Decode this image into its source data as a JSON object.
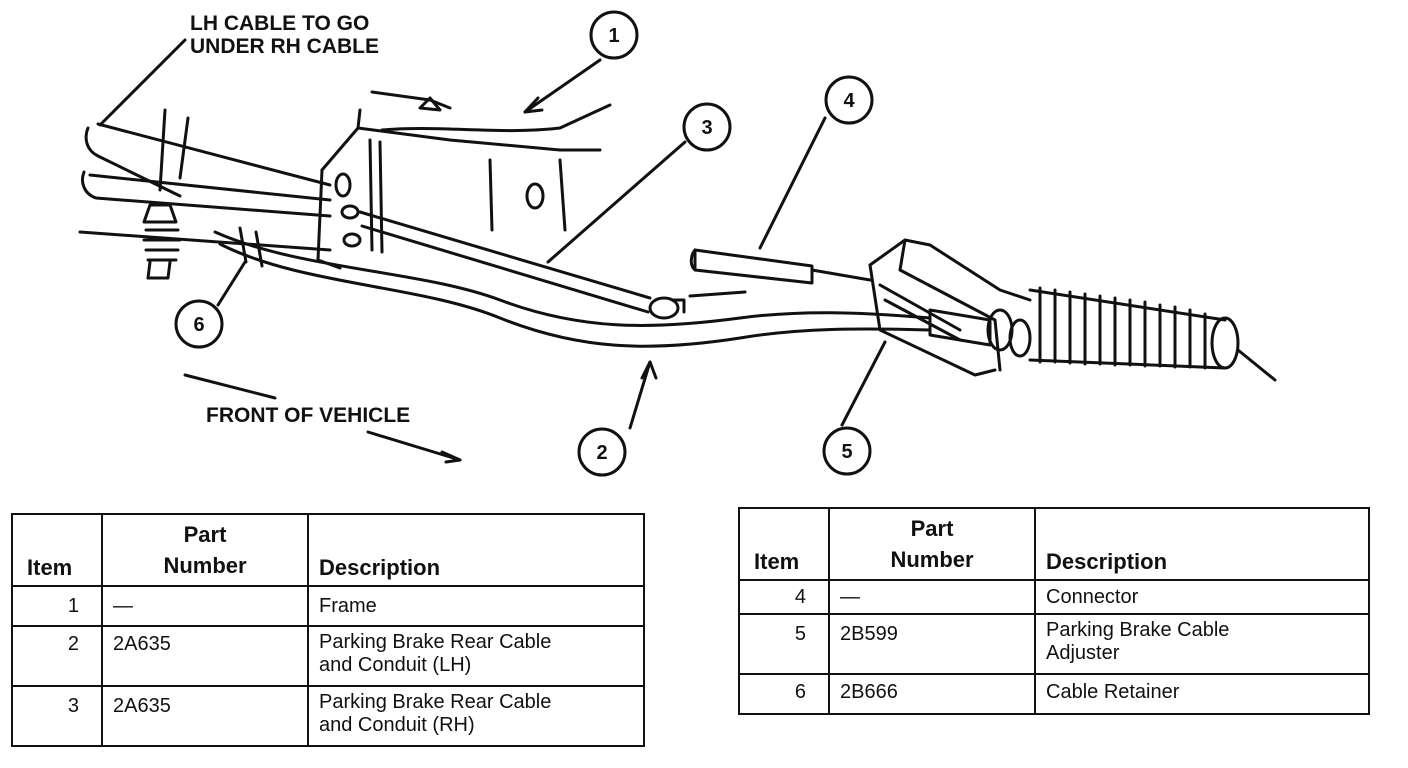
{
  "labels": {
    "lh_cable_line1": "LH CABLE TO GO",
    "lh_cable_line2": "UNDER RH CABLE",
    "front_of_vehicle": "FRONT OF VEHICLE"
  },
  "callouts": [
    "1",
    "2",
    "3",
    "4",
    "5",
    "6"
  ],
  "tables": {
    "left": {
      "headers": {
        "item": "Item",
        "part_line1": "Part",
        "part_line2": "Number",
        "description": "Description"
      },
      "rows": [
        {
          "item": "1",
          "part": "—",
          "desc_line1": "Frame",
          "desc_line2": ""
        },
        {
          "item": "2",
          "part": "2A635",
          "desc_line1": "Parking Brake Rear Cable",
          "desc_line2": "and Conduit (LH)"
        },
        {
          "item": "3",
          "part": "2A635",
          "desc_line1": "Parking Brake Rear Cable",
          "desc_line2": "and Conduit (RH)"
        }
      ]
    },
    "right": {
      "headers": {
        "item": "Item",
        "part_line1": "Part",
        "part_line2": "Number",
        "description": "Description"
      },
      "rows": [
        {
          "item": "4",
          "part": "—",
          "desc_line1": "Connector",
          "desc_line2": ""
        },
        {
          "item": "5",
          "part": "2B599",
          "desc_line1": "Parking Brake Cable",
          "desc_line2": "Adjuster"
        },
        {
          "item": "6",
          "part": "2B666",
          "desc_line1": "Cable Retainer",
          "desc_line2": ""
        }
      ]
    }
  }
}
